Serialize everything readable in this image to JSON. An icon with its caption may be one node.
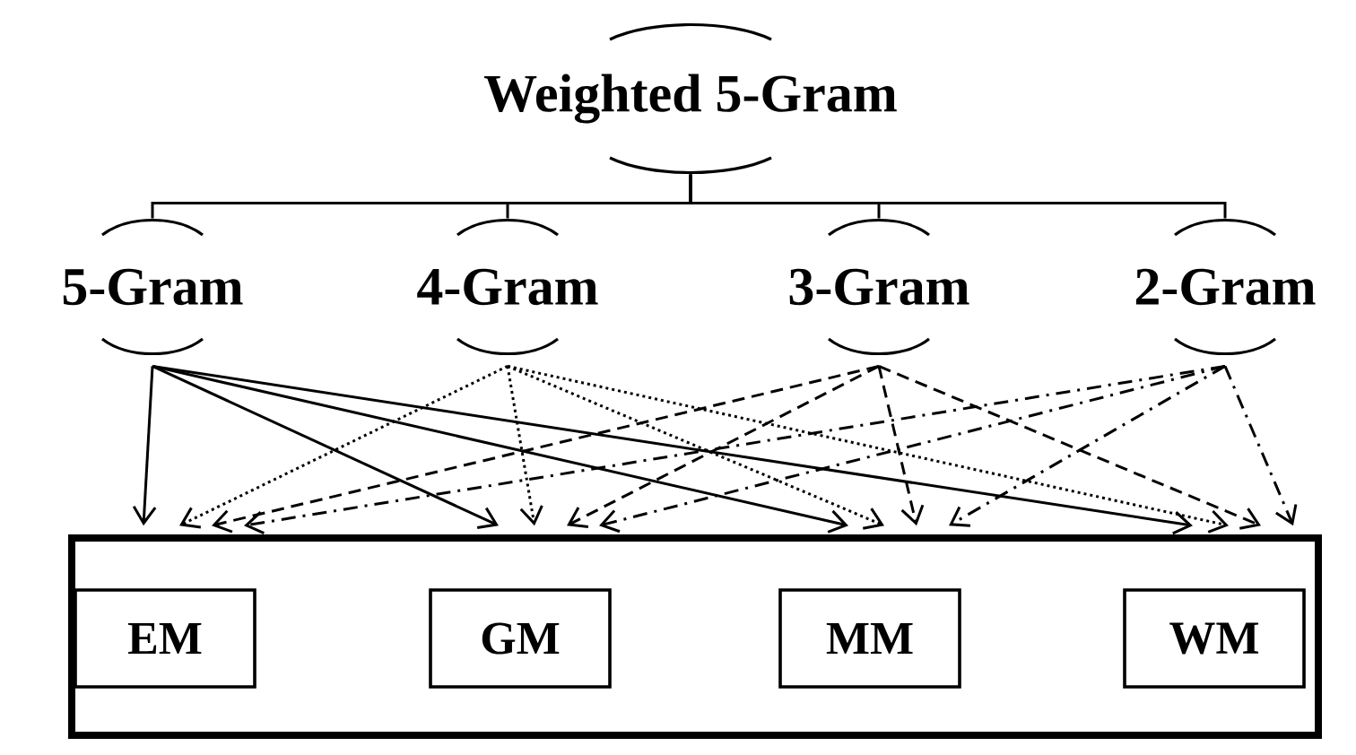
{
  "diagram": {
    "nodes": [
      {
        "text": [
          "Weighted 5-Gram"
        ]
      },
      {
        "text": [
          "5-Gram"
        ]
      },
      {
        "text": [
          "4-Gram"
        ]
      },
      {
        "text": [
          "3-Gram"
        ]
      },
      {
        "text": [
          "2-Gram"
        ]
      },
      {
        "text": [],
        "shape": "box"
      },
      {
        "text": [
          "EM"
        ],
        "in": 5
      },
      {
        "text": [
          "GM"
        ],
        "in": 5
      },
      {
        "text": [
          "MM"
        ],
        "in": 5
      },
      {
        "text": [
          "WM"
        ],
        "in": 5
      }
    ],
    "edges": [
      {
        "from": 0,
        "to": 1,
        "arrow": "none"
      },
      {
        "from": 0,
        "to": 2,
        "arrow": "none"
      },
      {
        "from": 0,
        "to": 3,
        "arrow": "none"
      },
      {
        "from": 0,
        "to": 4,
        "arrow": "none"
      },
      {
        "from": 1,
        "to": 6,
        "arrow": "to"
      },
      {
        "from": 1,
        "to": 7,
        "arrow": "to"
      },
      {
        "from": 1,
        "to": 8,
        "arrow": "to"
      },
      {
        "from": 1,
        "to": 9,
        "arrow": "to"
      },
      {
        "from": 2,
        "to": 6,
        "arrow": "to",
        "style": "dashed"
      },
      {
        "from": 2,
        "to": 7,
        "arrow": "to",
        "style": "dashed"
      },
      {
        "from": 2,
        "to": 8,
        "arrow": "to",
        "style": "dashed"
      },
      {
        "from": 2,
        "to": 9,
        "arrow": "to",
        "style": "dashed"
      },
      {
        "from": 3,
        "to": 6,
        "arrow": "to",
        "style": "dashed"
      },
      {
        "from": 3,
        "to": 7,
        "arrow": "to",
        "style": "dashed"
      },
      {
        "from": 3,
        "to": 8,
        "arrow": "to",
        "style": "dashed"
      },
      {
        "from": 3,
        "to": 9,
        "arrow": "to",
        "style": "dashed"
      },
      {
        "from": 4,
        "to": 6,
        "arrow": "to",
        "style": "dashed"
      },
      {
        "from": 4,
        "to": 7,
        "arrow": "to",
        "style": "dashed"
      },
      {
        "from": 4,
        "to": 8,
        "arrow": "to",
        "style": "dashed"
      },
      {
        "from": 4,
        "to": 9,
        "arrow": "to",
        "style": "dashed"
      }
    ]
  }
}
